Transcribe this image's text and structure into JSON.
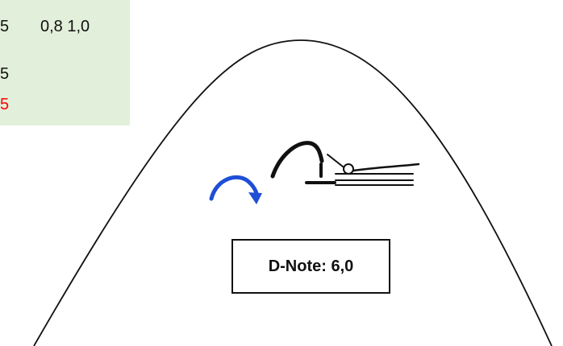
{
  "score_panel": {
    "background": "#e2efda",
    "rows": [
      {
        "value": "5",
        "extra": "0,8 1,0"
      },
      {
        "value": "5"
      },
      {
        "value": "5",
        "color": "#ff0000"
      }
    ]
  },
  "symbols": {
    "arrow_icon": "curved-arrow-icon",
    "arrow_color": "#1f4fd6",
    "element_icon": "skill-element-icon"
  },
  "d_note": {
    "label": "D-Note: 6,0"
  }
}
